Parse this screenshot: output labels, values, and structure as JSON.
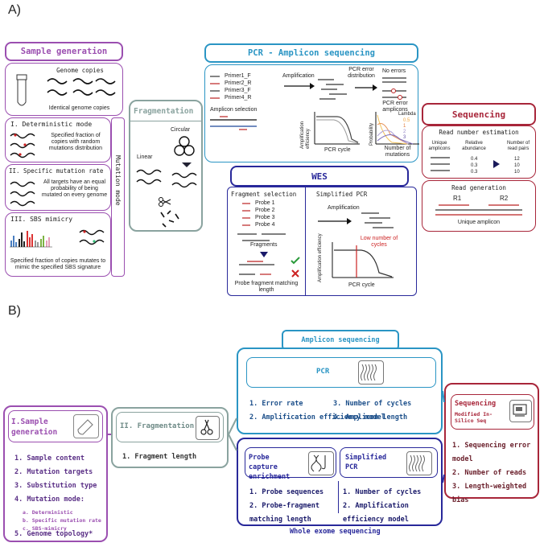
{
  "panel_a": {
    "label": "A)",
    "sample_generation": {
      "title": "Sample generation",
      "genome_copies": "Genome copies",
      "identical": "Identical genome copies",
      "det_title": "I. Deterministic mode",
      "det_text": "Specified fraction of copies with random mutations distribution",
      "spec_title": "II. Specific mutation rate",
      "spec_text": "All targets have an equal probability of being mutated on every genome",
      "sbs_title": "III. SBS mimicry",
      "sbs_text": "Specified fraction of copies mutates to mimic the specified SBS signature",
      "mutation_mode": "Mutation mode"
    },
    "fragmentation": {
      "title": "Fragmentation",
      "circular": "Circular",
      "linear": "Linear"
    },
    "pcr_amplicon": {
      "title": "PCR - Amplicon sequencing",
      "primers": [
        "Primer1_F",
        "Primer2_R",
        "Primer3_F",
        "Primer4_R"
      ],
      "amplicon_selection": "Amplicon selection",
      "amplification": "Amplification",
      "pcr_error_distribution": "PCR error distribution",
      "no_errors": "No errors",
      "pcr_error_amplicons": "PCR error amplicons",
      "amp_eff": "Amplification efficiency",
      "pcr_cycle": "PCR cycle",
      "probability": "Probability",
      "num_mutations": "Number of mutations",
      "lambda": "Lambda",
      "lambda_values": [
        "0.5",
        "1",
        "2",
        "3"
      ]
    },
    "wes": {
      "title": "WES",
      "fragment_selection": "Fragment selection",
      "probes": [
        "Probe 1",
        "Probe 2",
        "Probe 3",
        "Probe 4"
      ],
      "fragments": "Fragments",
      "probe_fragment": "Probe fragment matching length",
      "simplified_pcr": "Simplified PCR",
      "amplification": "Amplification",
      "low_cycles": "Low number of cycles",
      "amp_eff": "Amplification efficiency",
      "pcr_cycle": "PCR cycle"
    },
    "sequencing": {
      "title": "Sequencing",
      "read_number": "Read number estimation",
      "unique_amplicons": "Unique amplicons",
      "relative_abundance": "Relative abundance",
      "number_read_pairs": "Number of read pairs",
      "abundances": [
        "0.4",
        "0.3",
        "0.3"
      ],
      "reads": [
        "12",
        "10",
        "10"
      ],
      "read_generation": "Read generation",
      "r1": "R1",
      "r2": "R2",
      "unique_amplicon": "Unique amplicon"
    }
  },
  "panel_b": {
    "label": "B)",
    "sample_generation": {
      "title": "I.Sample generation",
      "items": [
        "1. Sample content",
        "2. Mutation targets",
        "3. Substitution type",
        "4. Mutation mode:"
      ],
      "sub_items": [
        "a. Deterministic",
        "b. Specific mutation rate",
        "c. SBS-mimicry"
      ],
      "last_item": "5. Genome topology*"
    },
    "fragmentation": {
      "title": "II. Fragmentation",
      "item": "1. Fragment length"
    },
    "amplicon": {
      "title": "Amplicon sequencing",
      "pcr": "PCR",
      "items_left": [
        "1. Error rate",
        "2. Amplification efficiency model"
      ],
      "items_right": [
        "3. Number of cycles",
        "4. Amplicon length"
      ]
    },
    "wes": {
      "footer": "Whole exome sequencing",
      "probe_title": "Probe capture enrichment",
      "probe_items": [
        "1. Probe sequences",
        "2. Probe-fragment matching length"
      ],
      "pcr_title": "Simplified PCR",
      "pcr_items": [
        "1. Number of cycles",
        "2. Amplification efficiency model"
      ]
    },
    "sequencing": {
      "title": "Sequencing",
      "subtitle": "Modified In-Silico Seq",
      "items": [
        "1. Sequencing error model",
        "2. Number of reads",
        "3. Length-weighted bias"
      ]
    }
  },
  "colors": {
    "purple": "#9b4fb0",
    "gray_green": "#8aa39f",
    "teal": "#2a95c4",
    "navy": "#28289a",
    "crimson": "#a8263a"
  }
}
